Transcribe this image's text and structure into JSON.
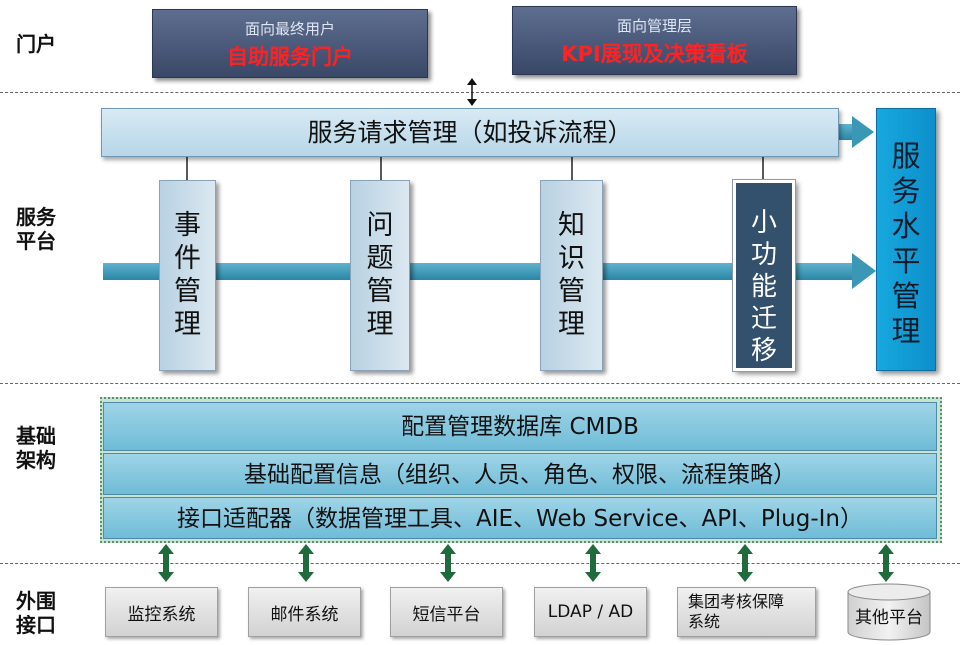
{
  "layers": [
    {
      "label": "门户"
    },
    {
      "label": "服务\n平台"
    },
    {
      "label": "基础\n架构"
    },
    {
      "label": "外围\n接口"
    }
  ],
  "portal": {
    "end_user": {
      "subtitle": "面向最终用户",
      "title": "自助服务门户"
    },
    "management": {
      "subtitle": "面向管理层",
      "title": "KPI展现及决策看板"
    }
  },
  "service_platform": {
    "request_bar": "服务请求管理（如投诉流程）",
    "modules": [
      "事\n件\n管\n理",
      "问\n题\n管\n理",
      "知\n识\n管\n理"
    ],
    "small_function": "小\n功\n能\n迁\n移",
    "sla": "服\n务\n水\n平\n管\n理"
  },
  "infrastructure": {
    "cmdb": "配置管理数据库 CMDB",
    "base_config": "基础配置信息（组织、人员、角色、权限、流程策略）",
    "adapter": "接口适配器（数据管理工具、AIE、Web Service、API、Plug-In）"
  },
  "external_systems": [
    "监控系统",
    "邮件系统",
    "短信平台",
    "LDAP / AD",
    "集团考核保障\n系统",
    "其他平台"
  ],
  "colors": {
    "portal_title": "#ff2222",
    "portal_bg": "#4a5878",
    "sla_blue": "#1aa7de",
    "dark_module": "#33506c",
    "adapter_frame": "#c9e3d3",
    "connector_green": "#1f6b3c",
    "flow_arrow": "#2d8aa6"
  },
  "icons": [
    "double-arrow-icon",
    "right-arrow-icon",
    "database-cylinder-icon"
  ]
}
